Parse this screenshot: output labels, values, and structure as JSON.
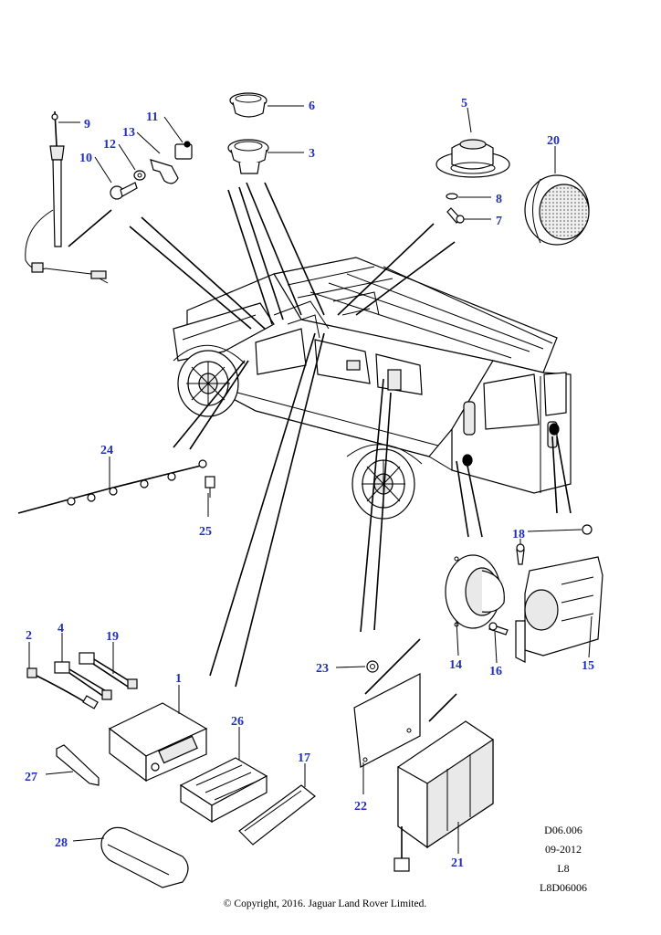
{
  "diagram": {
    "callouts": [
      "1",
      "2",
      "3",
      "4",
      "5",
      "6",
      "7",
      "8",
      "9",
      "10",
      "11",
      "12",
      "13",
      "14",
      "15",
      "16",
      "17",
      "18",
      "19",
      "20",
      "21",
      "22",
      "23",
      "24",
      "25",
      "26",
      "27",
      "28"
    ],
    "reference": {
      "code": "D06.006",
      "date": "09-2012",
      "level": "L8",
      "image_id": "L8D06006"
    },
    "copyright": "© Copyright, 2016. Jaguar Land Rover Limited."
  }
}
